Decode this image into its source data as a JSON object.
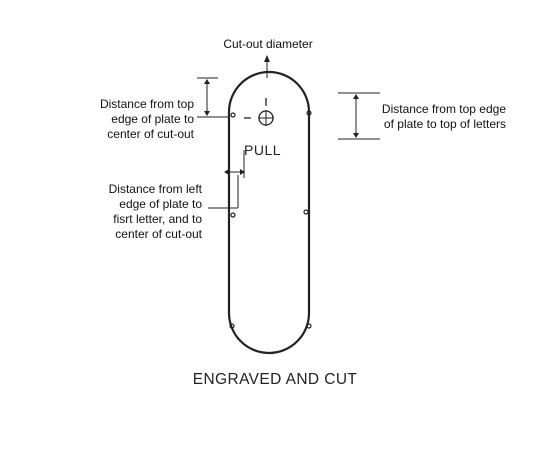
{
  "diagram": {
    "title": "ENGRAVED AND CUT",
    "plate_text": "PULL",
    "annotations": {
      "cutout_diameter": "Cut-out diameter",
      "top_to_cutout": "Distance from top\nedge of plate to\ncenter of cut-out",
      "top_to_letters": "Distance from top edge\nof plate to top of letters",
      "left_to_letter": "Distance from left\nedge of plate to\nfisrt letter, and to\ncenter of cut-out"
    },
    "colors": {
      "ink": "#222222",
      "background": "#ffffff"
    }
  }
}
